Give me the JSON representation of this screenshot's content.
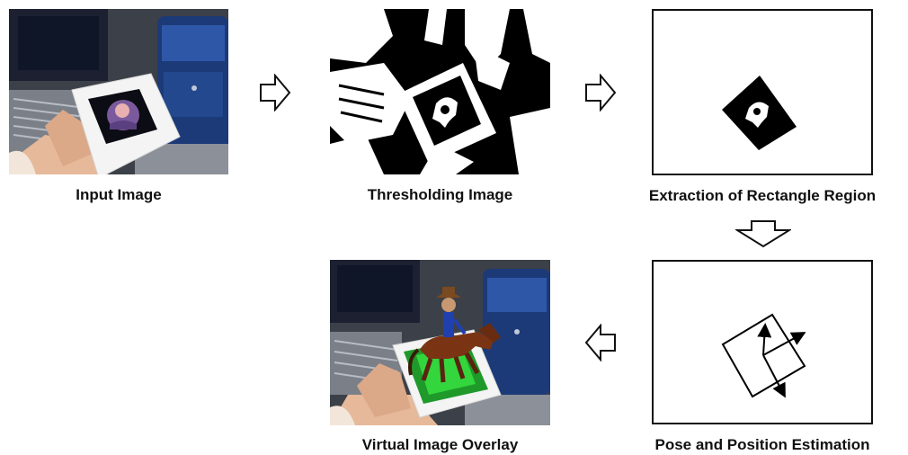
{
  "steps": {
    "input": "Input Image",
    "threshold": "Thresholding Image",
    "extraction": "Extraction of Rectangle Region",
    "pose": "Pose and Position Estimation",
    "overlay": "Virtual Image Overlay"
  },
  "arrows": {
    "input_to_threshold": "right-arrow-icon",
    "threshold_to_extraction": "right-arrow-icon",
    "extraction_to_pose": "down-arrow-icon",
    "pose_to_overlay": "left-arrow-icon"
  }
}
